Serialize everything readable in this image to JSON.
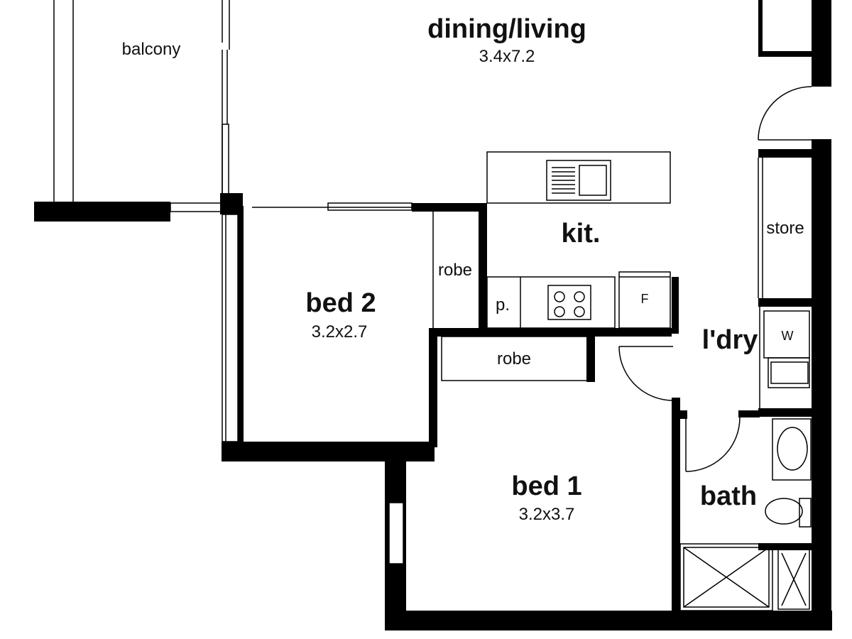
{
  "plan": {
    "rooms": {
      "dining_living": {
        "name": "dining/living",
        "dims": "3.4x7.2"
      },
      "balcony": {
        "name": "balcony"
      },
      "kitchen": {
        "name": "kit."
      },
      "bed2": {
        "name": "bed 2",
        "dims": "3.2x2.7"
      },
      "bed1": {
        "name": "bed 1",
        "dims": "3.2x3.7"
      },
      "laundry": {
        "name": "l'dry"
      },
      "bath": {
        "name": "bath"
      },
      "store": {
        "name": "store"
      },
      "robe_bed2": {
        "name": "robe"
      },
      "robe_bed1": {
        "name": "robe"
      },
      "pantry": {
        "name": "p."
      }
    },
    "fixtures": {
      "fridge": "F",
      "washer": "W"
    },
    "colors": {
      "wall": "#000000",
      "background": "#ffffff",
      "line": "#111111"
    }
  }
}
